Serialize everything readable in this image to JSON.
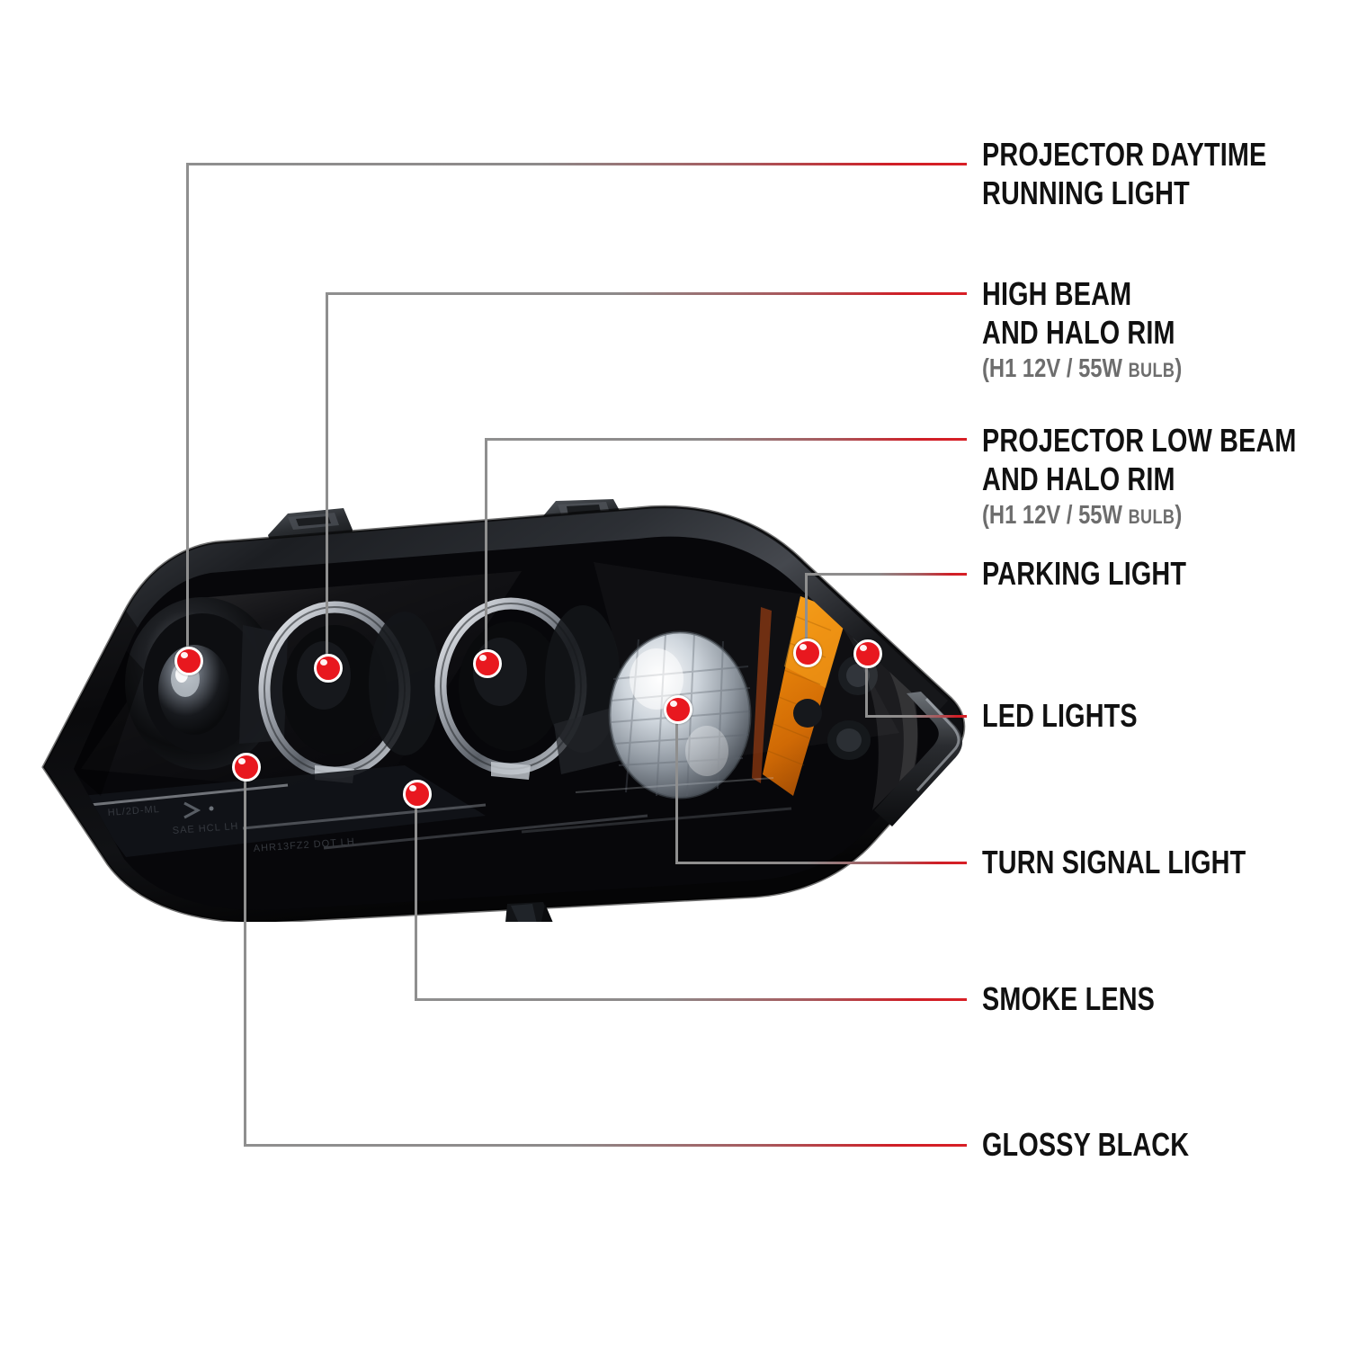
{
  "product": {
    "name": "projector-headlight-assembly",
    "colors": {
      "accent_red": "#d81f26",
      "leader_gray": "#8f8f8f",
      "text_black": "#111111",
      "sub_gray": "#6d6d6d",
      "amber": "#e8860c",
      "lens_black": "#0c0c0e"
    }
  },
  "callouts": [
    {
      "id": "projector-drl",
      "line1": "PROJECTOR DAYTIME",
      "line2": "RUNNING LIGHT",
      "sub": null
    },
    {
      "id": "high-beam-halo",
      "line1": "HIGH BEAM",
      "line2": "AND HALO RIM",
      "sub": {
        "open": "(",
        "main": "H1  12V / 55W",
        "small": "BULB",
        "close": ")"
      }
    },
    {
      "id": "projector-low-beam-halo",
      "line1": "PROJECTOR LOW BEAM",
      "line2": "AND HALO RIM",
      "sub": {
        "open": "(",
        "main": "H1  12V / 55W",
        "small": "BULB",
        "close": ")"
      }
    },
    {
      "id": "parking-light",
      "line1": "PARKING LIGHT",
      "line2": null,
      "sub": null
    },
    {
      "id": "led-lights",
      "line1": "LED LIGHTS",
      "line2": null,
      "sub": null
    },
    {
      "id": "turn-signal-light",
      "line1": "TURN SIGNAL LIGHT",
      "line2": null,
      "sub": null
    },
    {
      "id": "smoke-lens",
      "line1": "SMOKE LENS",
      "line2": null,
      "sub": null
    },
    {
      "id": "glossy-black",
      "line1": "GLOSSY BLACK",
      "line2": null,
      "sub": null
    }
  ]
}
